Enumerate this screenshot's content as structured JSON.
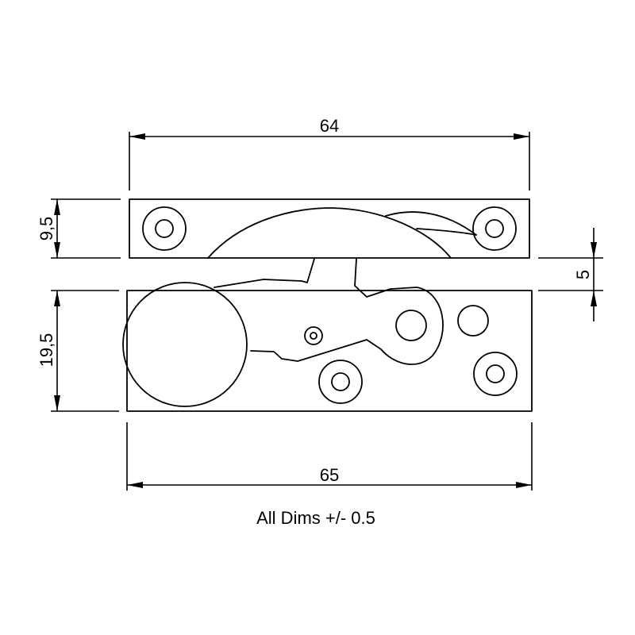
{
  "dimensions": {
    "top_width": "64",
    "keeper_height": "9,5",
    "gap": "5",
    "body_height": "19,5",
    "bottom_width": "65"
  },
  "note": "All Dims +/- 0.5",
  "colors": {
    "line": "#000000",
    "background": "#ffffff"
  }
}
